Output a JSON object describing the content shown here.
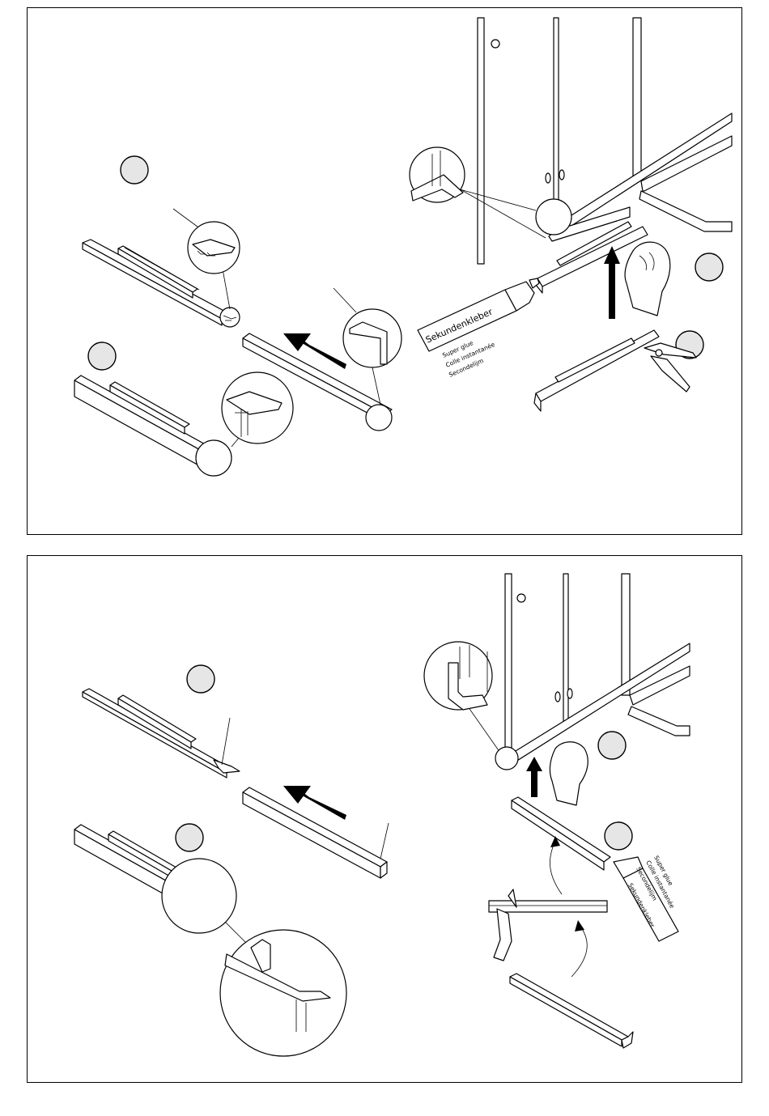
{
  "glue_label_top": {
    "brand": "Sekundenkleber",
    "lines": [
      "Super glue",
      "Colle instantanée",
      "Secondelijm"
    ]
  },
  "glue_label_bottom": {
    "lines": [
      "Super glue",
      "Colle instantanée",
      "Secondelijm",
      "Sekundenkleber"
    ]
  },
  "colors": {
    "line": "#000000",
    "bubble": "#e6e6e6",
    "background": "#ffffff"
  },
  "icons": [
    "step-bubble",
    "zoom-circle",
    "arrow",
    "hand",
    "glue-tube",
    "pliers",
    "shower-door",
    "seal-profile"
  ]
}
